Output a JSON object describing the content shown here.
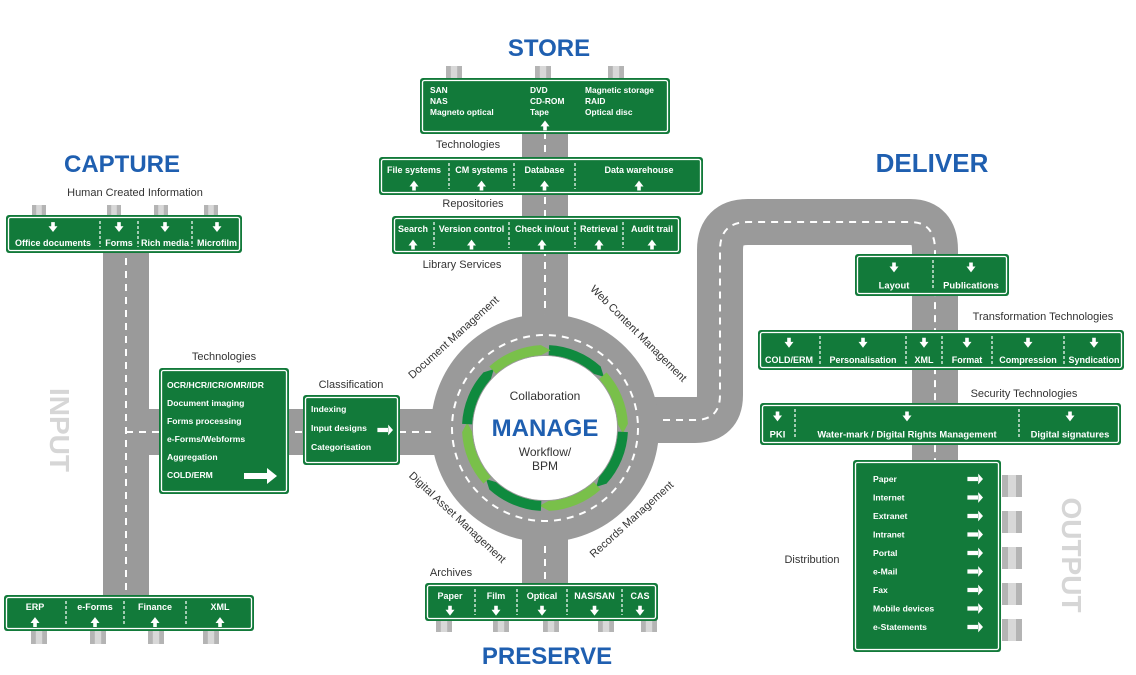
{
  "colors": {
    "sign_green": "#127a3a",
    "road_gray": "#9a9a9a",
    "title_blue": "#1f5fb0",
    "side_label_gray": "#d6d6d6",
    "ring_dark": "#0f8a3e",
    "ring_light": "#79c04a"
  },
  "titles": {
    "capture": "CAPTURE",
    "store": "STORE",
    "deliver": "DELIVER",
    "preserve": "PRESERVE",
    "manage": "MANAGE",
    "input": "INPUT",
    "output": "OUTPUT"
  },
  "hub": {
    "collaboration": "Collaboration",
    "workflow_line1": "Workflow/",
    "workflow_line2": "BPM"
  },
  "ring_labels": {
    "document_management": "Document Management",
    "web_content_management": "Web Content Management",
    "digital_asset_management": "Digital Asset Management",
    "records_management": "Records Management"
  },
  "capture": {
    "human_label": "Human Created Information",
    "human_items": [
      "Office documents",
      "Forms",
      "Rich media",
      "Microfilm"
    ],
    "tech_label": "Technologies",
    "tech_items": [
      "OCR/HCR/ICR/OMR/IDR",
      "Document imaging",
      "Forms processing",
      "e-Forms/Webforms",
      "Aggregation",
      "COLD/ERM"
    ],
    "classification_label": "Classification",
    "classification_items": [
      "Indexing",
      "Input designs",
      "Categorisation"
    ],
    "app_items": [
      "ERP",
      "e-Forms",
      "Finance",
      "XML"
    ]
  },
  "store": {
    "media_col1": [
      "SAN",
      "NAS",
      "Magneto optical"
    ],
    "media_col2": [
      "DVD",
      "CD-ROM",
      "Tape"
    ],
    "media_col3": [
      "Magnetic storage",
      "RAID",
      "Optical disc"
    ],
    "tech_label": "Technologies",
    "tech_items": [
      "File systems",
      "CM systems",
      "Database",
      "Data warehouse"
    ],
    "repo_label": "Repositories",
    "repo_items": [
      "Search",
      "Version control",
      "Check in/out",
      "Retrieval",
      "Audit trail"
    ],
    "library_label": "Library Services"
  },
  "deliver": {
    "top_items": [
      "Layout",
      "Publications"
    ],
    "transform_label": "Transformation Technologies",
    "transform_items": [
      "COLD/ERM",
      "Personalisation",
      "XML",
      "Format",
      "Compression",
      "Syndication"
    ],
    "security_label": "Security Technologies",
    "security_items": [
      "PKI",
      "Water-mark / Digital Rights Management",
      "Digital  signatures"
    ],
    "distribution_label": "Distribution",
    "distribution_items": [
      "Paper",
      "Internet",
      "Extranet",
      "Intranet",
      "Portal",
      "e-Mail",
      "Fax",
      "Mobile devices",
      "e-Statements"
    ]
  },
  "preserve": {
    "archives_label": "Archives",
    "archive_items": [
      "Paper",
      "Film",
      "Optical",
      "NAS/SAN",
      "CAS"
    ]
  }
}
